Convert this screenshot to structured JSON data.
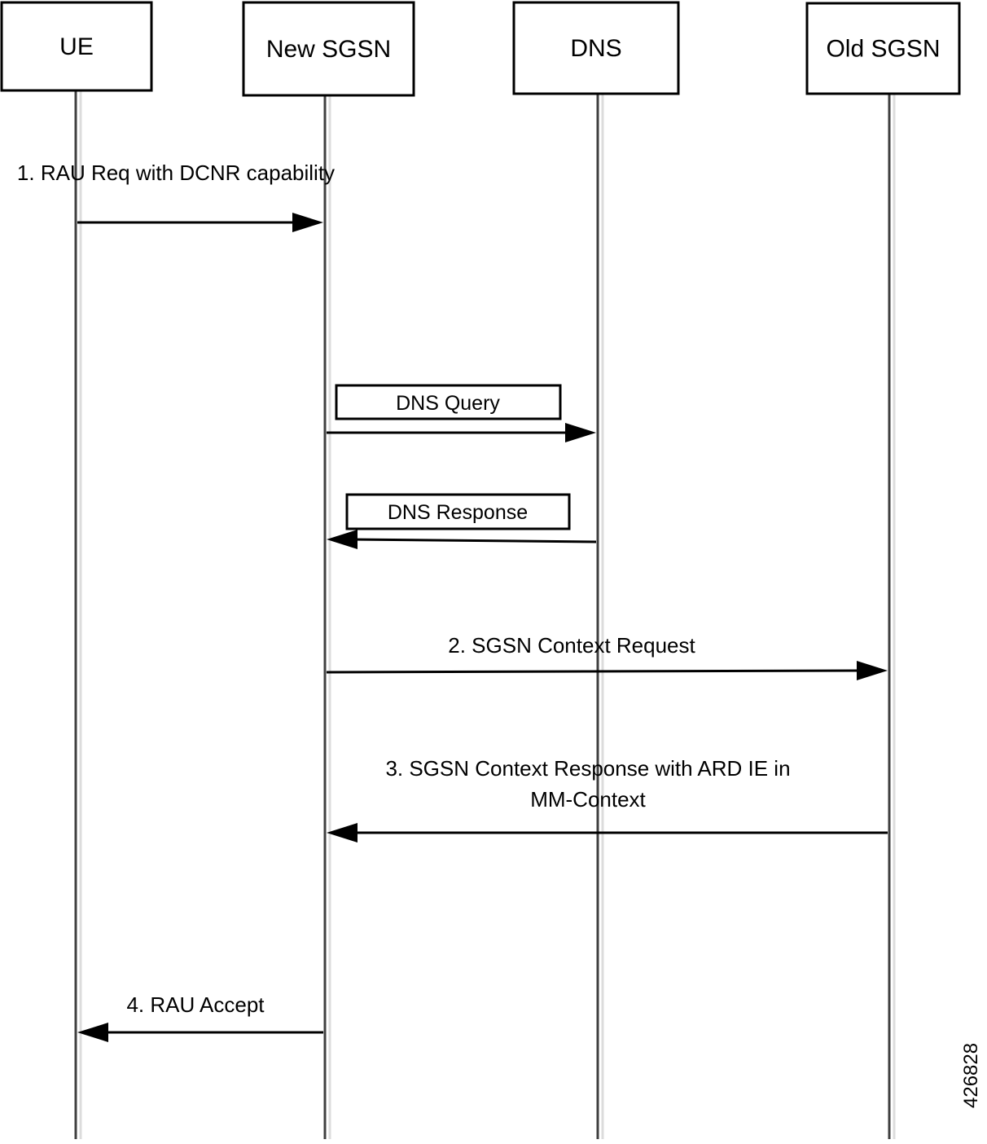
{
  "diagram": {
    "type": "sequence",
    "participants": [
      {
        "id": "ue",
        "label": "UE"
      },
      {
        "id": "new_sgsn",
        "label": "New SGSN"
      },
      {
        "id": "dns",
        "label": "DNS"
      },
      {
        "id": "old_sgsn",
        "label": "Old SGSN"
      }
    ],
    "messages": [
      {
        "id": "m1",
        "from": "ue",
        "to": "new_sgsn",
        "lines": [
          "1. RAU Req with DCNR capability"
        ],
        "boxed": false
      },
      {
        "id": "m_dns_query",
        "from": "new_sgsn",
        "to": "dns",
        "lines": [
          "DNS Query"
        ],
        "boxed": true
      },
      {
        "id": "m_dns_response",
        "from": "dns",
        "to": "new_sgsn",
        "lines": [
          "DNS Response"
        ],
        "boxed": true
      },
      {
        "id": "m2",
        "from": "new_sgsn",
        "to": "old_sgsn",
        "lines": [
          "2. SGSN Context Request"
        ],
        "boxed": false
      },
      {
        "id": "m3",
        "from": "old_sgsn",
        "to": "new_sgsn",
        "lines": [
          "3. SGSN Context Response with ARD IE in",
          "MM-Context"
        ],
        "boxed": false
      },
      {
        "id": "m4",
        "from": "new_sgsn",
        "to": "ue",
        "lines": [
          "4. RAU Accept"
        ],
        "boxed": false
      }
    ],
    "figure_id": "426828"
  }
}
